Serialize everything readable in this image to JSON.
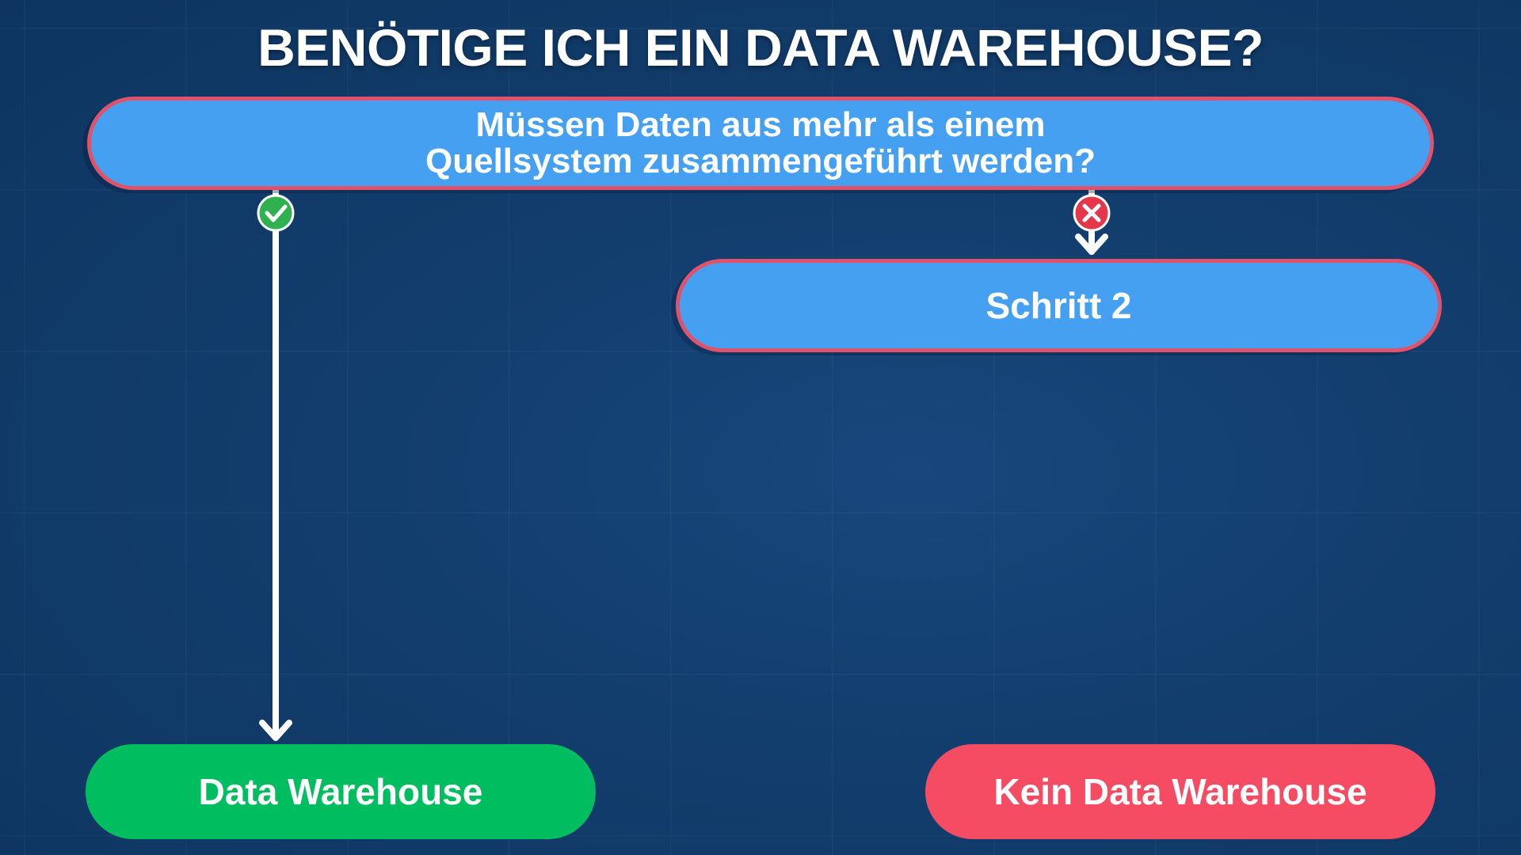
{
  "title": "BENÖTIGE ICH EIN DATA WAREHOUSE?",
  "question": {
    "line1": "Müssen Daten aus mehr als einem",
    "line2": "Quellsystem zusammengeführt werden?"
  },
  "step2": {
    "label": "Schritt 2"
  },
  "results": {
    "yes_label": "Data Warehouse",
    "no_label": "Kein Data Warehouse"
  },
  "colors": {
    "node_blue": "#46a0f2",
    "node_border": "#e0526a",
    "yes_green": "#00bd5f",
    "no_red": "#f54b63",
    "background": "#123d6c"
  },
  "icons": {
    "yes": "check-circle-icon",
    "no": "x-circle-icon"
  }
}
